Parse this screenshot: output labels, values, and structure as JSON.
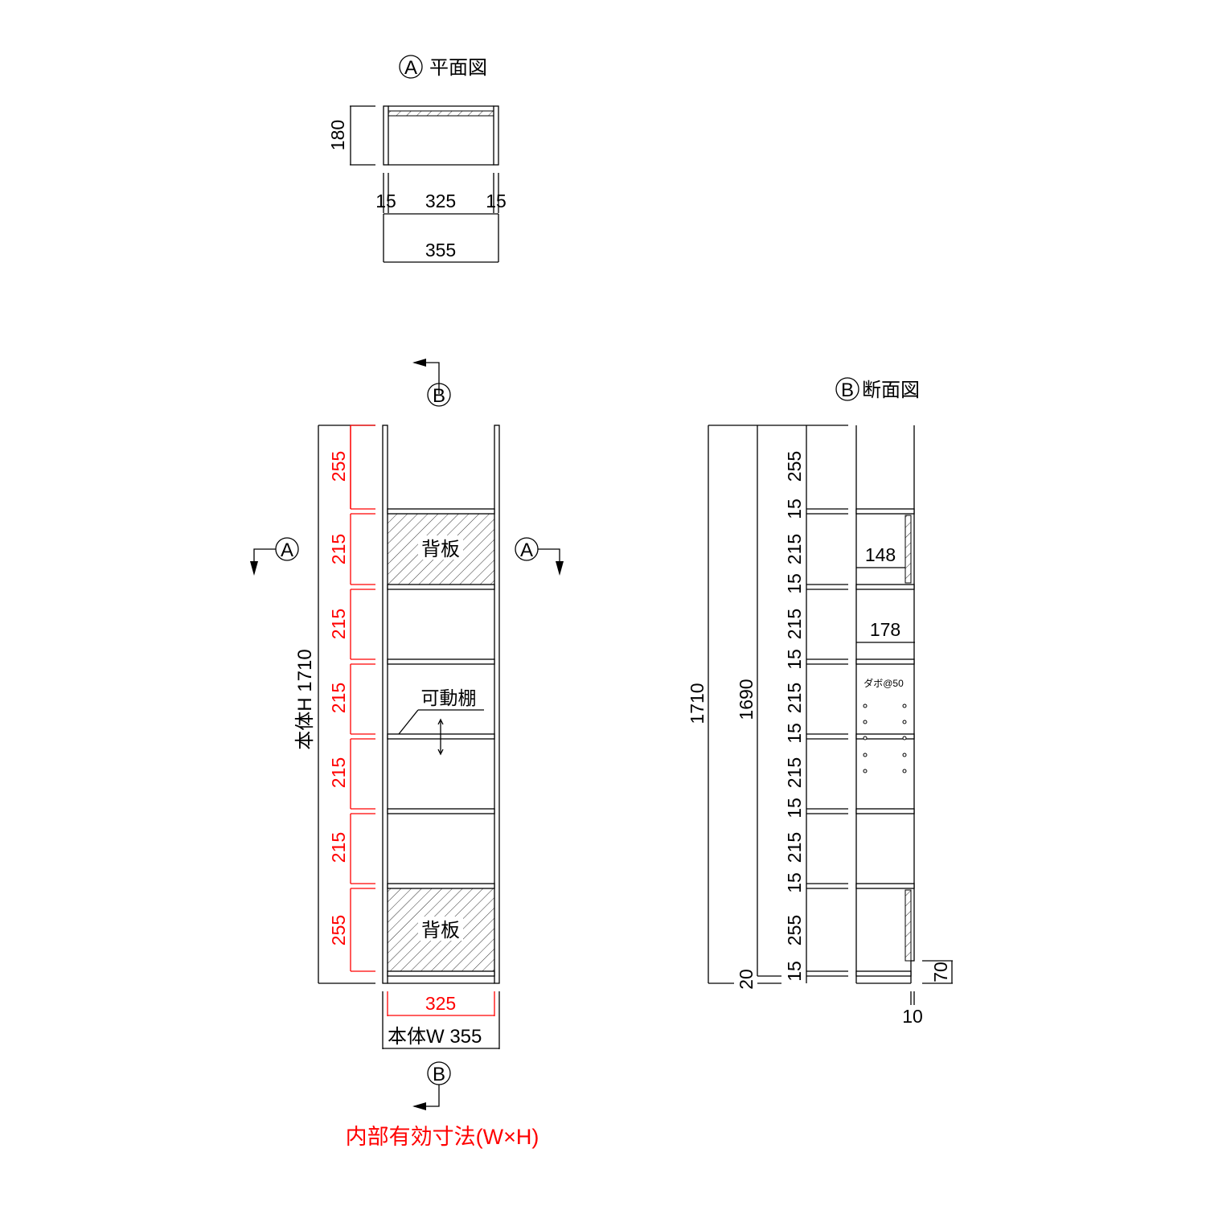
{
  "plan": {
    "marker": "A",
    "title": "平面図",
    "depth": "180",
    "side_left": "15",
    "inner_width": "325",
    "side_right": "15",
    "total_width": "355"
  },
  "front": {
    "section_marker_b": "B",
    "section_marker_a": "A",
    "back_panel_label": "背板",
    "movable_shelf_label": "可動棚",
    "height_label": "本体H 1710",
    "width_label": "本体W 355",
    "inner_width": "325",
    "inner_heights": [
      "255",
      "215",
      "215",
      "215",
      "215",
      "215",
      "255"
    ],
    "note": "内部有効寸法(W×H)"
  },
  "section": {
    "marker": "B",
    "title": "断面図",
    "total_height": "1710",
    "inner_total": "1690",
    "base": "20",
    "stack": [
      "255",
      "15",
      "215",
      "15",
      "215",
      "15",
      "215",
      "15",
      "215",
      "15",
      "215",
      "15",
      "255",
      "15"
    ],
    "depth_1": "148",
    "depth_2": "178",
    "dowel_note": "ダボ@50",
    "plinth_height": "70",
    "setback": "10"
  },
  "colors": {
    "dimension_red": "#ff0000",
    "line": "#000000"
  }
}
